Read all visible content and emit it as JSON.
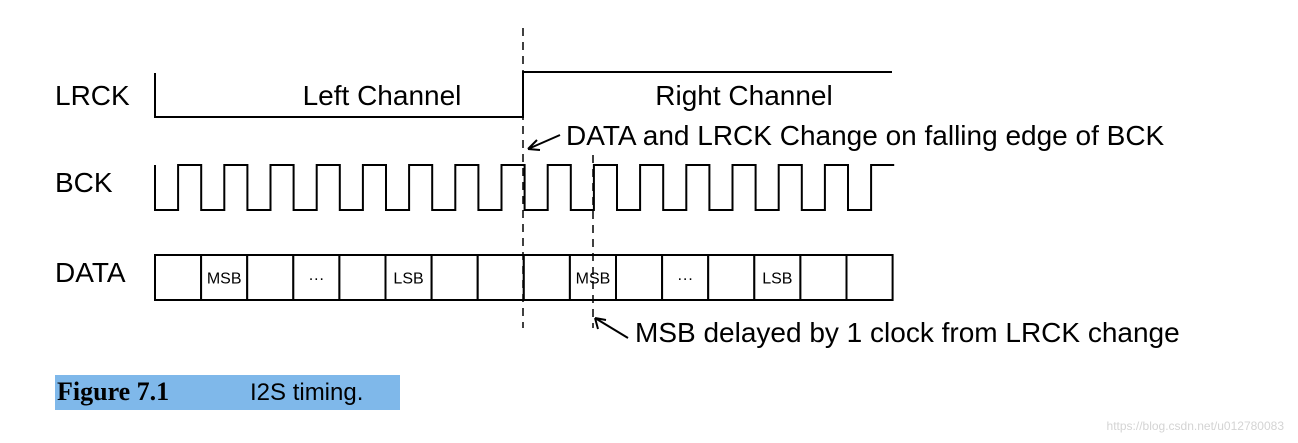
{
  "signals": {
    "lrck": "LRCK",
    "bck": "BCK",
    "data": "DATA"
  },
  "channels": {
    "left": "Left Channel",
    "right": "Right Channel"
  },
  "notes": {
    "edge": "DATA and LRCK Change on falling edge of BCK",
    "delay": "MSB delayed by 1 clock from LRCK change"
  },
  "data_cells": [
    "",
    "MSB",
    "",
    "···",
    "",
    "LSB",
    "",
    "",
    "",
    "MSB",
    "",
    "···",
    "",
    "LSB",
    "",
    ""
  ],
  "caption": {
    "number": "Figure 7.1",
    "text": "I2S timing."
  },
  "watermark": "https://blog.csdn.net/u012780083"
}
